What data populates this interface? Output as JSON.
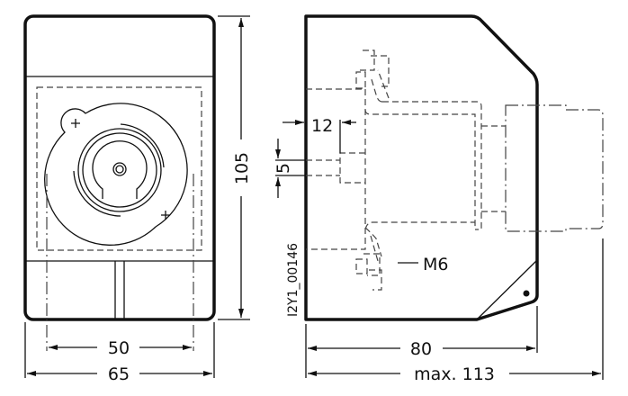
{
  "front_view": {
    "dimensions": {
      "width_inner": "50",
      "width_outer": "65",
      "height": "105"
    }
  },
  "side_view": {
    "dimensions": {
      "depth": "80",
      "max_depth": "max. 113",
      "offset": "12",
      "gap": "5"
    },
    "labels": {
      "thread": "M6",
      "drawing_id": "I2Y1_00146"
    }
  }
}
